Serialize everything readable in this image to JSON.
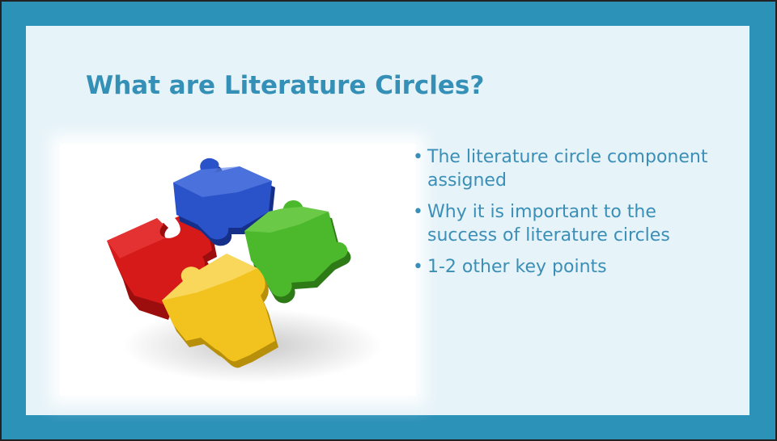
{
  "slide": {
    "title": "What are Literature Circles?",
    "bullets": [
      "The literature circle component assigned",
      "Why it is important to the success of literature circles",
      "1-2 other key points"
    ],
    "bullet_glyph": "•"
  },
  "picture": {
    "subject": "puzzle-pieces-icon",
    "colors": {
      "blue": "#2a52c9",
      "red": "#d61919",
      "green": "#4cb82c",
      "yellow": "#f2c21e"
    }
  },
  "theme": {
    "frame": "#2d92b8",
    "background": "#e6f3f9",
    "text": "#3b8fb7"
  }
}
